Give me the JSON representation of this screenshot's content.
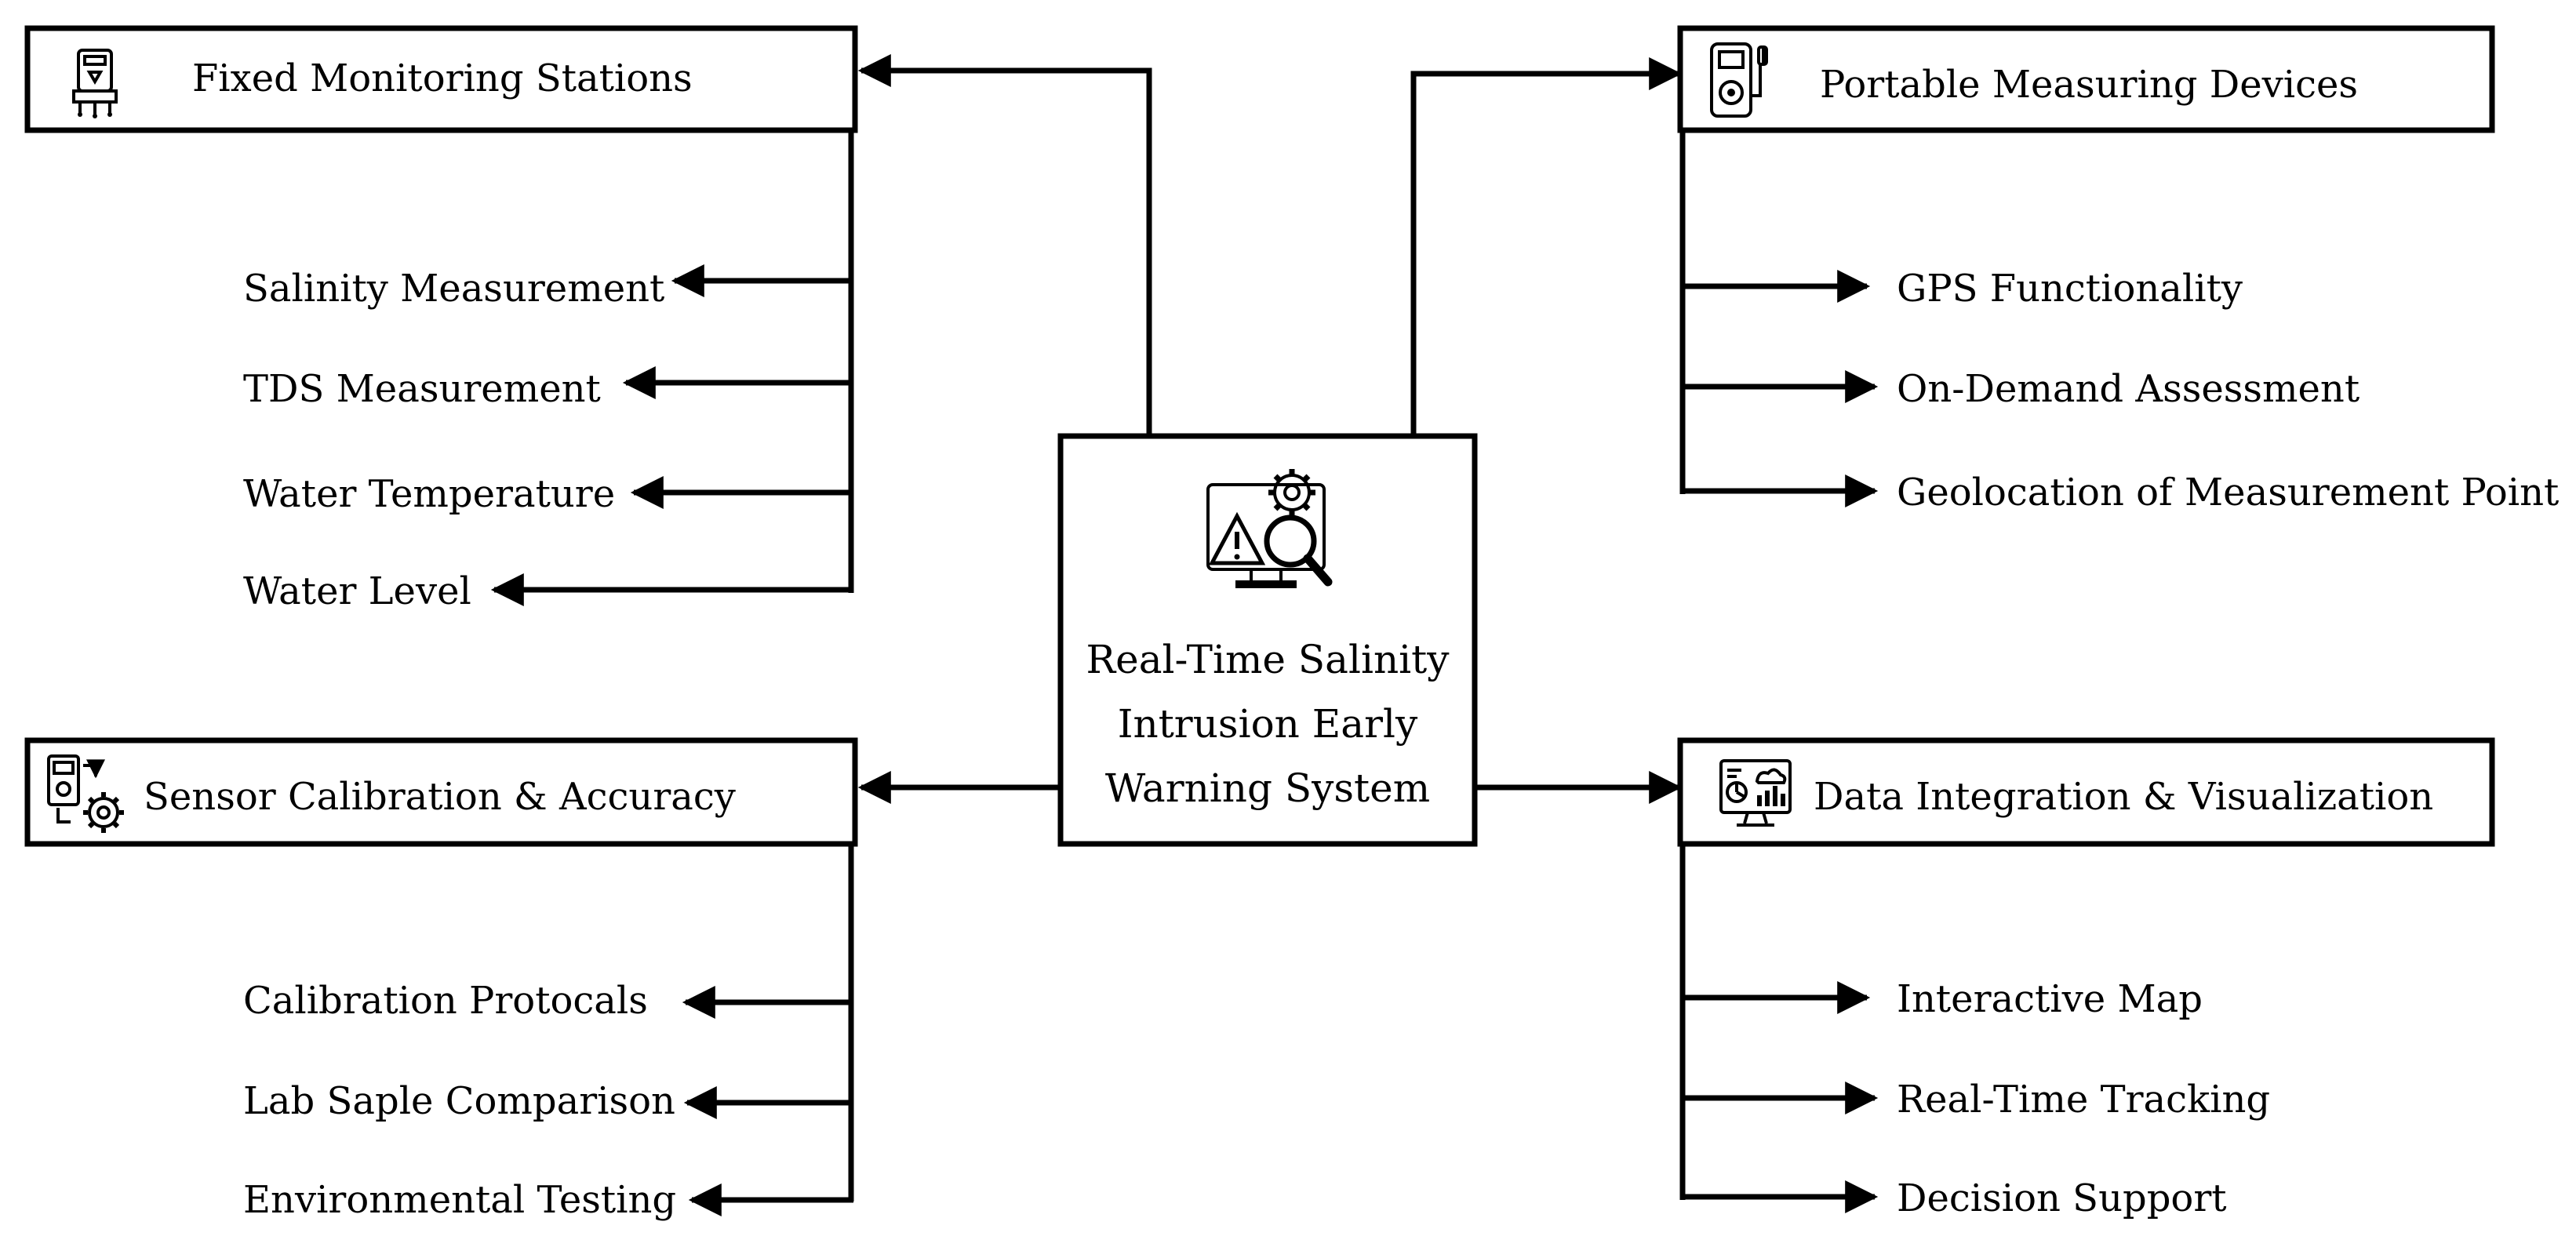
{
  "center": {
    "lines": [
      "Real-Time Salinity",
      "Intrusion Early",
      "Warning System"
    ],
    "icon": "monitor-warning-gear-magnifier-icon"
  },
  "fixed_stations": {
    "title": "Fixed Monitoring Stations",
    "icon": "monitoring-station-icon",
    "items": [
      "Salinity Measurement",
      "TDS Measurement",
      "Water Temperature",
      "Water Level"
    ]
  },
  "portable_devices": {
    "title": "Portable Measuring Devices",
    "icon": "portable-meter-icon",
    "items": [
      "GPS Functionality",
      "On-Demand Assessment",
      "Geolocation of Measurement Point"
    ]
  },
  "sensor_calibration": {
    "title": "Sensor Calibration & Accuracy",
    "icon": "calibration-gear-icon",
    "items": [
      "Calibration Protocals",
      "Lab Saple Comparison",
      "Environmental Testing"
    ]
  },
  "data_integration": {
    "title": "Data Integration & Visualization",
    "icon": "dashboard-monitor-icon",
    "items": [
      "Interactive Map",
      "Real-Time Tracking",
      "Decision Support"
    ]
  }
}
